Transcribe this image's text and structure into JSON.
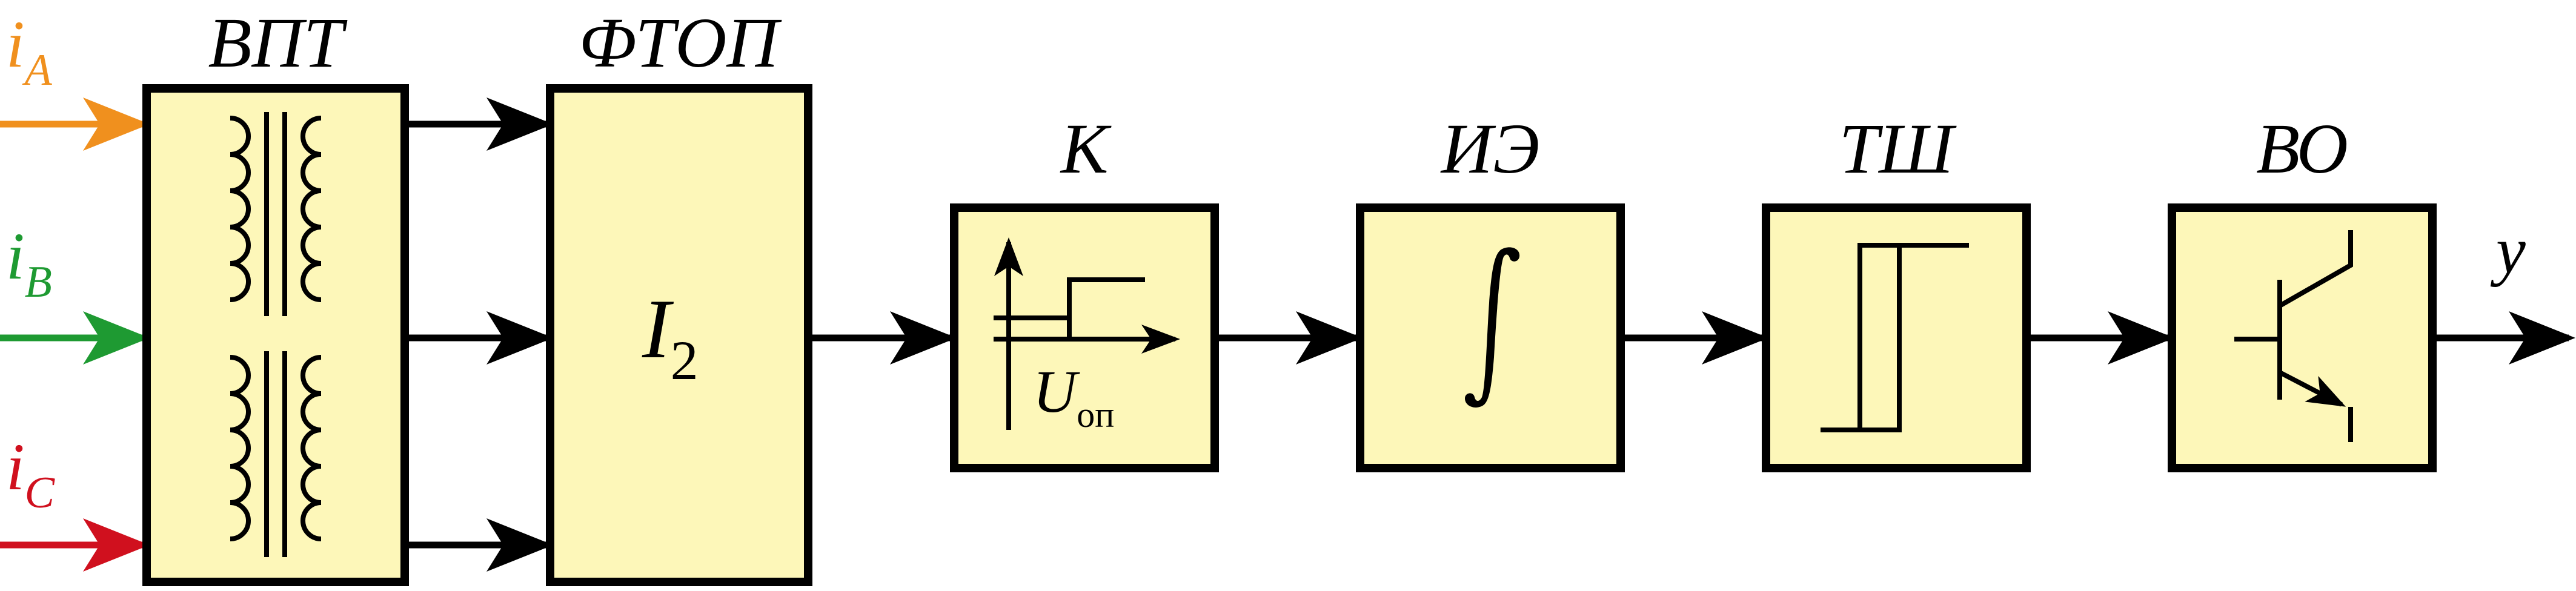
{
  "blocks": {
    "vpt": {
      "title": "ВПТ"
    },
    "ftop": {
      "title": "ФТОП",
      "content_main": "I",
      "content_sub": "2"
    },
    "k": {
      "title": "К",
      "content_main": "U",
      "content_sub": "оп"
    },
    "ie": {
      "title": "ИЭ"
    },
    "tsh": {
      "title": "ТШ"
    },
    "vo": {
      "title": "ВО"
    }
  },
  "inputs": [
    {
      "main": "i",
      "sub": "A",
      "color": "#f0901e"
    },
    {
      "main": "i",
      "sub": "B",
      "color": "#1e9a32"
    },
    {
      "main": "i",
      "sub": "C",
      "color": "#d0101e"
    }
  ],
  "output": {
    "label": "y"
  },
  "colors": {
    "block_fill": "#fdf7b9",
    "stroke": "#000000"
  }
}
